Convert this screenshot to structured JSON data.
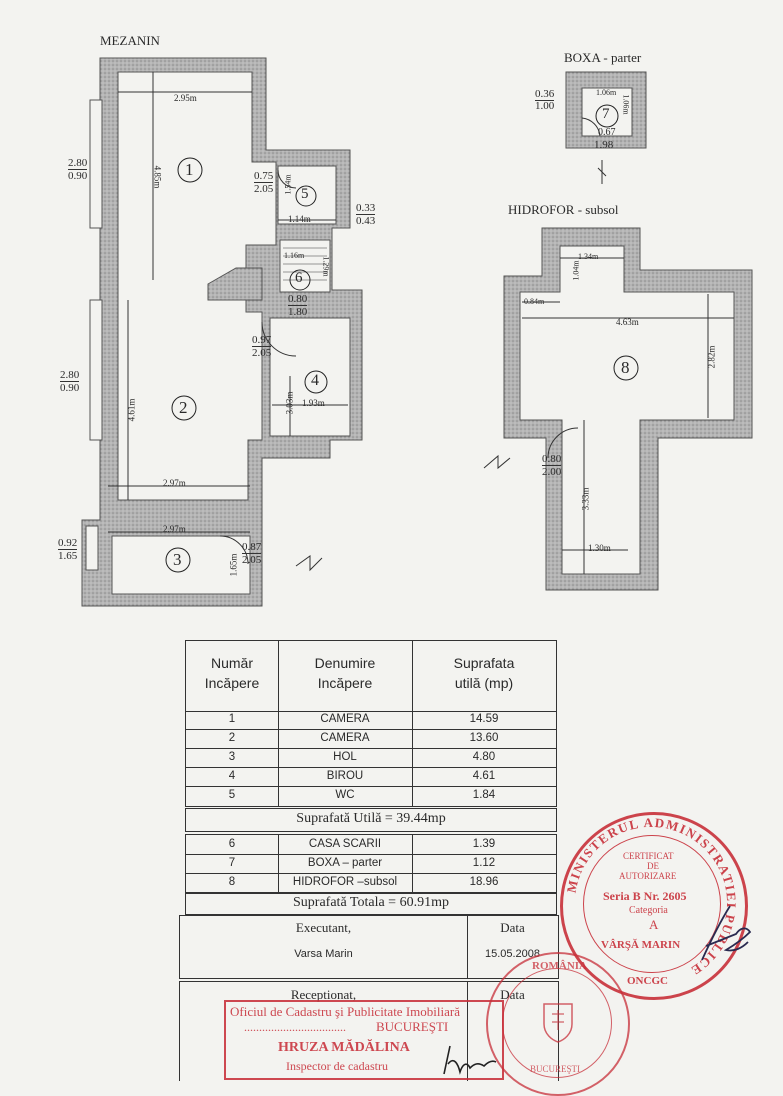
{
  "plan": {
    "mezanin_title": "MEZANIN",
    "boxa_title": "BOXA - parter",
    "hidrofor_title": "HIDROFOR - subsol",
    "rooms": [
      "1",
      "2",
      "3",
      "4",
      "5",
      "6",
      "7",
      "8"
    ],
    "dims": {
      "d295": "2.95m",
      "d485": "4.85m",
      "d461": "4.61m",
      "d297a": "2.97m",
      "d297b": "2.97m",
      "d165": "1.65m",
      "d114": "1.14m",
      "d154": "1.54m",
      "d116": "1.16m",
      "d129": "1.29m",
      "d303": "3.03m",
      "d193": "1.93m",
      "d106a": "1.06m",
      "d106b": "1.06m",
      "d067": "0.67",
      "d134": "1.34m",
      "d104": "1.04m",
      "d084": "0.84m",
      "d463": "4.63m",
      "d282": "2.82m",
      "d333": "3.33m",
      "d130": "1.30m"
    },
    "openings": {
      "w_top_a": "2.80",
      "w_top_b": "0.90",
      "w_mid_a": "2.80",
      "w_mid_b": "0.90",
      "w_bot_a": "0.92",
      "w_bot_b": "1.65",
      "d5_a": "0.75",
      "d5_b": "2.05",
      "w5_a": "0.33",
      "w5_b": "0.43",
      "d6_a": "0.80",
      "d6_b": "1.80",
      "d2_a": "0.97",
      "d2_b": "2.05",
      "d3_a": "0.87",
      "d3_b": "2.05",
      "b7_a": "0.36",
      "b7_b": "1.00",
      "b7_c": "1.98",
      "d8_a": "0.80",
      "d8_b": "2.00"
    }
  },
  "table": {
    "headers": {
      "nr_1": "Număr",
      "nr_2": "Incăpere",
      "den_1": "Denumire",
      "den_2": "Incăpere",
      "sup_1": "Suprafata",
      "sup_2": "utilă  (mp)"
    },
    "rows": [
      {
        "nr": "1",
        "name": "CAMERA",
        "area": "14.59"
      },
      {
        "nr": "2",
        "name": "CAMERA",
        "area": "13.60"
      },
      {
        "nr": "3",
        "name": "HOL",
        "area": "4.80"
      },
      {
        "nr": "4",
        "name": "BIROU",
        "area": "4.61"
      },
      {
        "nr": "5",
        "name": "WC",
        "area": "1.84"
      }
    ],
    "total_utila": "Suprafată Utilă = 39.44mp",
    "rows2": [
      {
        "nr": "6",
        "name": "CASA SCARII",
        "area": "1.39"
      },
      {
        "nr": "7",
        "name": "BOXA  – parter",
        "area": "1.12"
      },
      {
        "nr": "8",
        "name": "HIDROFOR  –subsol",
        "area": "18.96"
      }
    ],
    "total": "Suprafată Totala = 60.91mp",
    "executant_label": "Executant,",
    "data_label": "Data",
    "executant_name": "Varsa Marin",
    "executant_date": "15.05.2008",
    "receptionat_label": "Receptionat,",
    "data_label2": "Data"
  },
  "stamps": {
    "ocpi_line1": "Oficiul de Cadastru şi Publicitate Imobiliară",
    "ocpi_line2": "BUCUREŞTI",
    "ocpi_name": "HRUZA MĂDĂLINA",
    "ocpi_role": "Inspector de cadastru",
    "cert_ring": "MINISTERUL ADMINISTRATIEI PUBLICE",
    "cert_1": "CERTIFICAT",
    "cert_2": "DE",
    "cert_3": "AUTORIZARE",
    "cert_4": "Seria B Nr. 2605",
    "cert_5": "Categoria",
    "cert_6": "A",
    "cert_7": "VÂRŞĂ MARIN",
    "cert_8": "ONCGC",
    "round_ring": "ROMÂNIA",
    "round_bottom": "BUCUREŞTI"
  },
  "colors": {
    "wall": "#9a9a9a",
    "stamp_red": "#c8303a",
    "paper": "#f3f3f0"
  }
}
